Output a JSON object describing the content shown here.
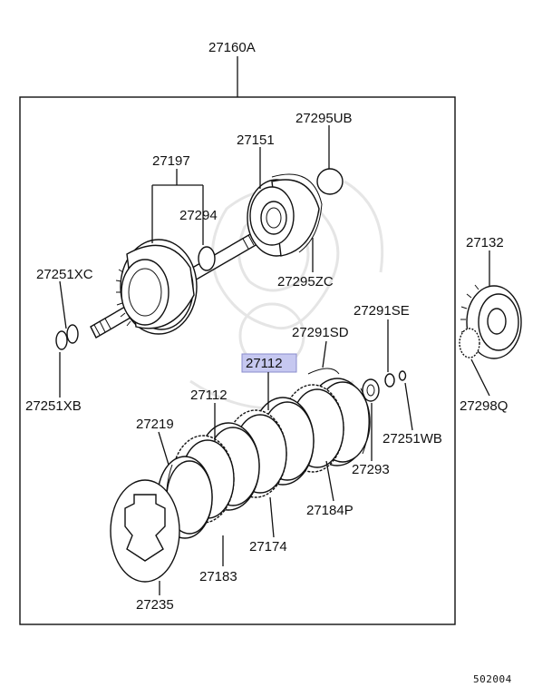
{
  "diagram": {
    "assembly_label": "27160A",
    "highlighted_label": "27112",
    "highlight_color": "#c6c8f0",
    "callouts": {
      "p27295UB": "27295UB",
      "p27151": "27151",
      "p27197": "27197",
      "p27294": "27294",
      "p27251XC": "27251XC",
      "p27295ZC": "27295ZC",
      "p27132": "27132",
      "p27291SE": "27291SE",
      "p27291SD": "27291SD",
      "p27112_inner": "27112",
      "p27251XB": "27251XB",
      "p27219": "27219",
      "p27293": "27293",
      "p27251WB": "27251WB",
      "p27298Q": "27298Q",
      "p27184P": "27184P",
      "p27174": "27174",
      "p27183": "27183",
      "p27235": "27235"
    },
    "figure_code": "502004"
  }
}
